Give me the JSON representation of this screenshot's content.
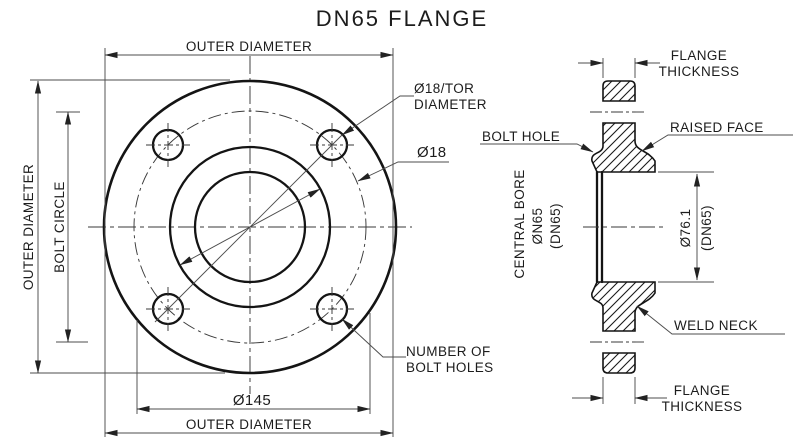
{
  "title": "DN65 FLANGE",
  "front_view": {
    "dims": {
      "outer_diameter_top": "OUTER DIAMETER",
      "outer_diameter_bottom": "OUTER DIAMETER",
      "outer_diameter_left": "OUTER DIAMETER",
      "bolt_circle": "BOLT CIRCLE",
      "bolt_circle_diameter": "Ø145"
    },
    "labels": {
      "bolt_hole_tor_line1": "Ø18/TOR",
      "bolt_hole_tor_line2": "DIAMETER",
      "bolt_hole_diameter": "Ø18",
      "number_of_bolt_holes_line1": "NUMBER OF",
      "number_of_bolt_holes_line2": "BOLT HOLES"
    }
  },
  "section_view": {
    "labels": {
      "flange_thickness_top_line1": "FLANGE",
      "flange_thickness_top_line2": "THICKNESS",
      "flange_thickness_bottom_line1": "FLANGE",
      "flange_thickness_bottom_line2": "THICKNESS",
      "bolt_hole": "BOLT HOLE",
      "raised_face": "RAISED FACE",
      "weld_neck": "WELD NECK",
      "central_bore_line1": "CENTRAL BORE",
      "central_bore_line2": "ØN65",
      "central_bore_line3": "(DN65)",
      "bore_diameter": "Ø76.1",
      "bore_diameter_dn": "(DN65)"
    }
  },
  "colors": {
    "line": "#141414",
    "thin_line": "#4d4d4d",
    "background": "#ffffff"
  }
}
